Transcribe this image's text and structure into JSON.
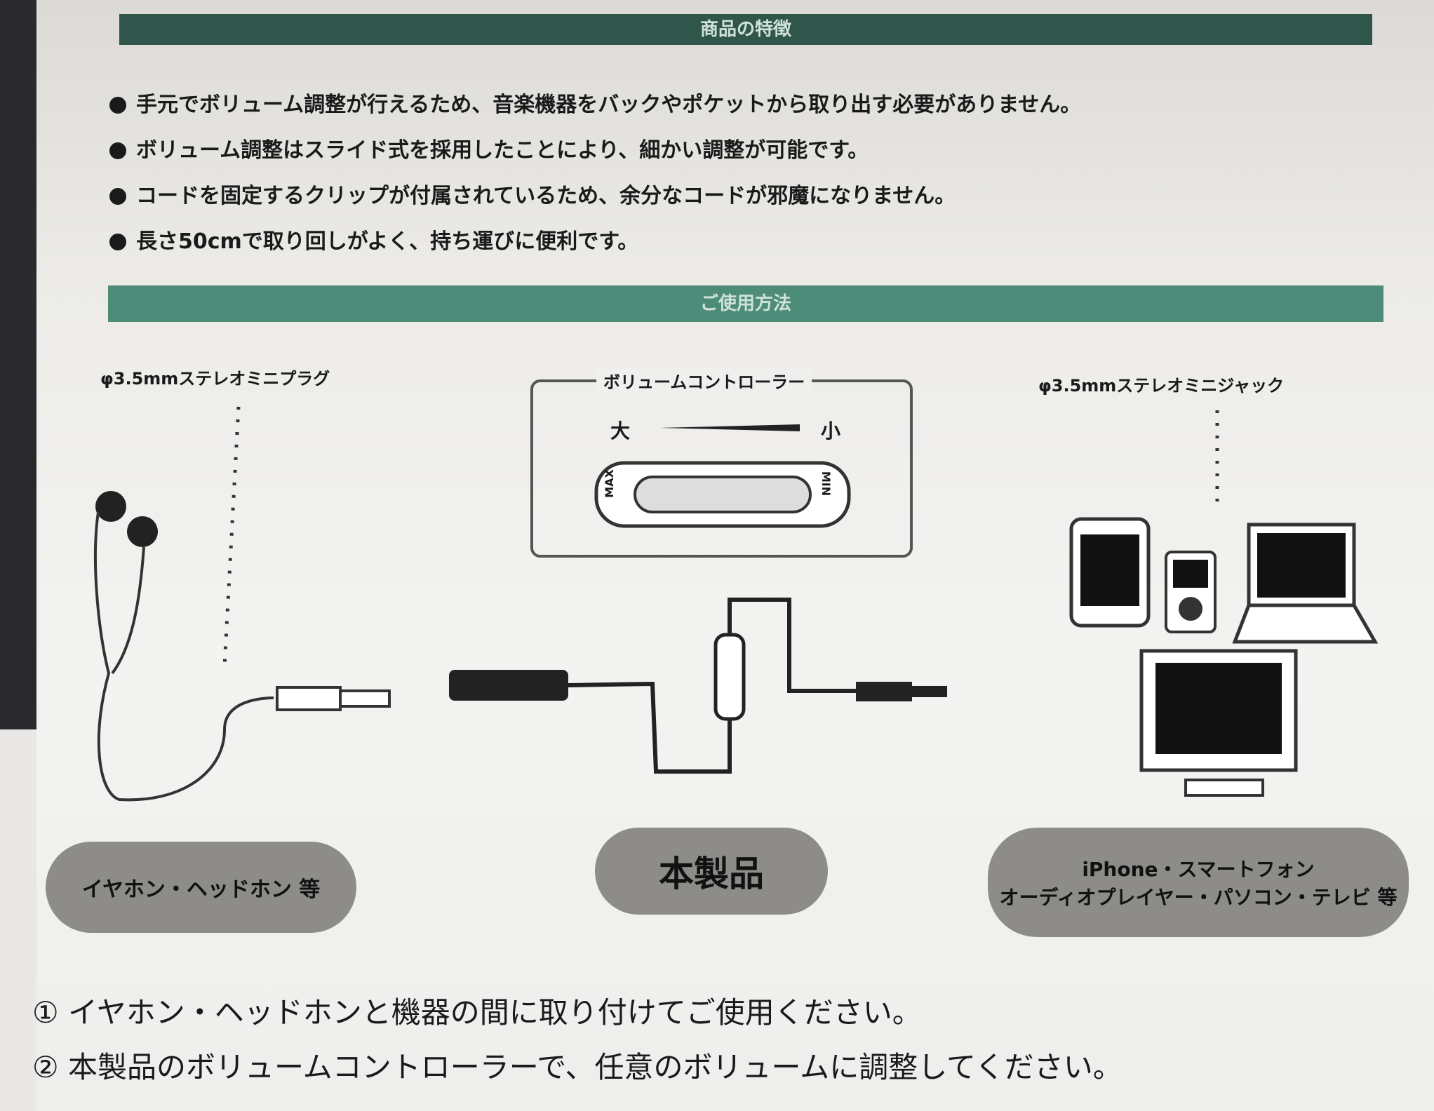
{
  "features": {
    "header": "商品の特徴",
    "bullets": [
      "手元でボリューム調整が行えるため、音楽機器をバックやポケットから取り出す必要がありません。",
      "ボリューム調整はスライド式を採用したことにより、細かい調整が可能です。",
      "コードを固定するクリップが付属されているため、余分なコードが邪魔になりません。",
      "長さ50cmで取り回しがよく、持ち運びに便利です。"
    ]
  },
  "usage": {
    "header": "ご使用方法",
    "plug_label": "φ3.5mmステレオミニプラグ",
    "jack_label": "φ3.5mmステレオミニジャック",
    "controller": {
      "title": "ボリュームコントローラー",
      "big": "大",
      "small": "小",
      "max": "MAX",
      "min": "MIN"
    },
    "pills": {
      "left": "イヤホン・ヘッドホン 等",
      "center": "本製品",
      "right_line1": "iPhone・スマートフォン",
      "right_line2": "オーディオプレイヤー・パソコン・テレビ 等"
    },
    "notes": [
      "① イヤホン・ヘッドホンと機器の間に取り付けてご使用ください。",
      "② 本製品のボリュームコントローラーで、任意のボリュームに調整してください。"
    ]
  }
}
